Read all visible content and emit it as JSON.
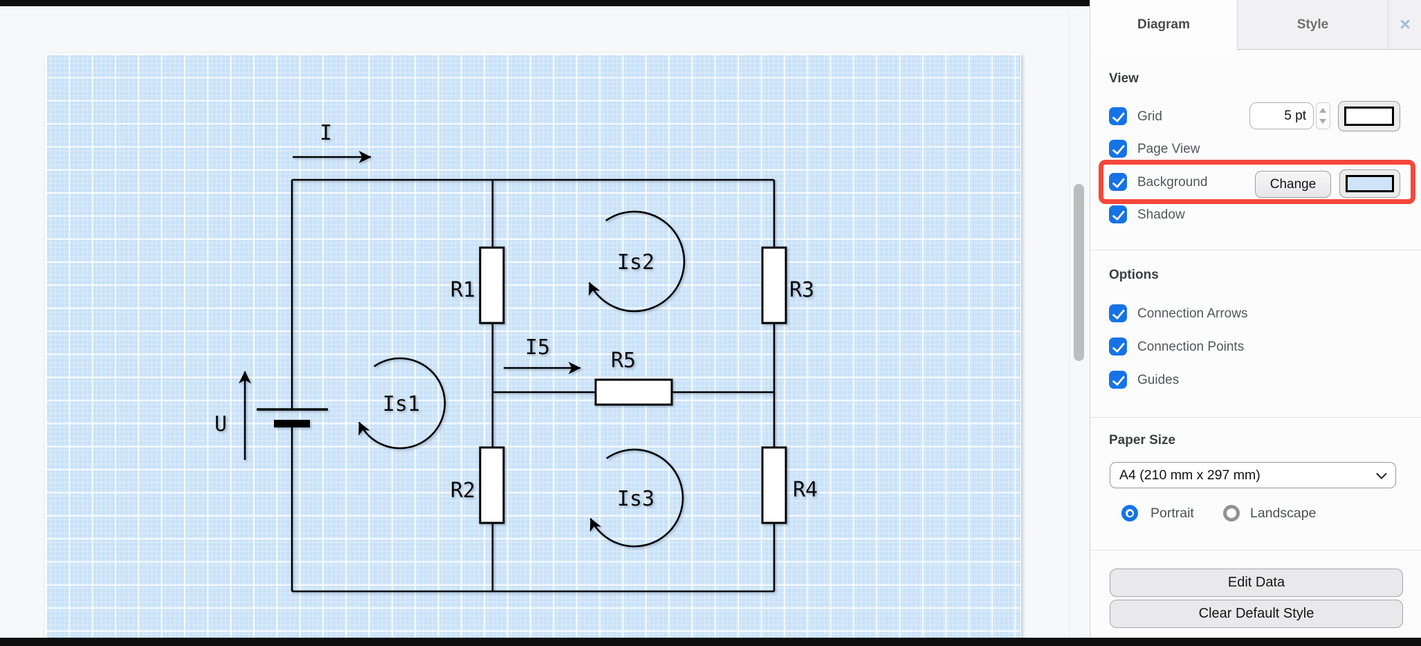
{
  "colors": {
    "accent_blue": "#1673e6",
    "annotation_red": "#f4483b",
    "page_background": "#c9e2f8",
    "background_swatch": "#cfe3f9",
    "grid_swatch": "#ffffff"
  },
  "panel": {
    "tabs": [
      {
        "label": "Diagram",
        "active": true
      },
      {
        "label": "Style",
        "active": false
      }
    ],
    "close_label": "×",
    "view_section": {
      "title": "View",
      "grid": {
        "label": "Grid",
        "checked": true,
        "size_value": "5 pt"
      },
      "page_view": {
        "label": "Page View",
        "checked": true
      },
      "background": {
        "label": "Background",
        "checked": true,
        "change_button": "Change"
      },
      "shadow": {
        "label": "Shadow",
        "checked": true
      }
    },
    "options_section": {
      "title": "Options",
      "items": [
        {
          "label": "Connection Arrows",
          "checked": true
        },
        {
          "label": "Connection Points",
          "checked": true
        },
        {
          "label": "Guides",
          "checked": true
        }
      ]
    },
    "paper_section": {
      "title": "Paper Size",
      "selected": "A4 (210 mm x 297 mm)",
      "portrait_label": "Portrait",
      "landscape_label": "Landscape",
      "orientation": "portrait"
    },
    "buttons": {
      "edit_data": "Edit Data",
      "clear_default_style": "Clear Default Style"
    }
  },
  "diagram": {
    "labels": {
      "main_current": "I",
      "voltage": "U",
      "branch_current": "I5",
      "r1": "R1",
      "r2": "R2",
      "r3": "R3",
      "r4": "R4",
      "r5": "R5",
      "loop1": "Is1",
      "loop2": "Is2",
      "loop3": "Is3"
    }
  }
}
